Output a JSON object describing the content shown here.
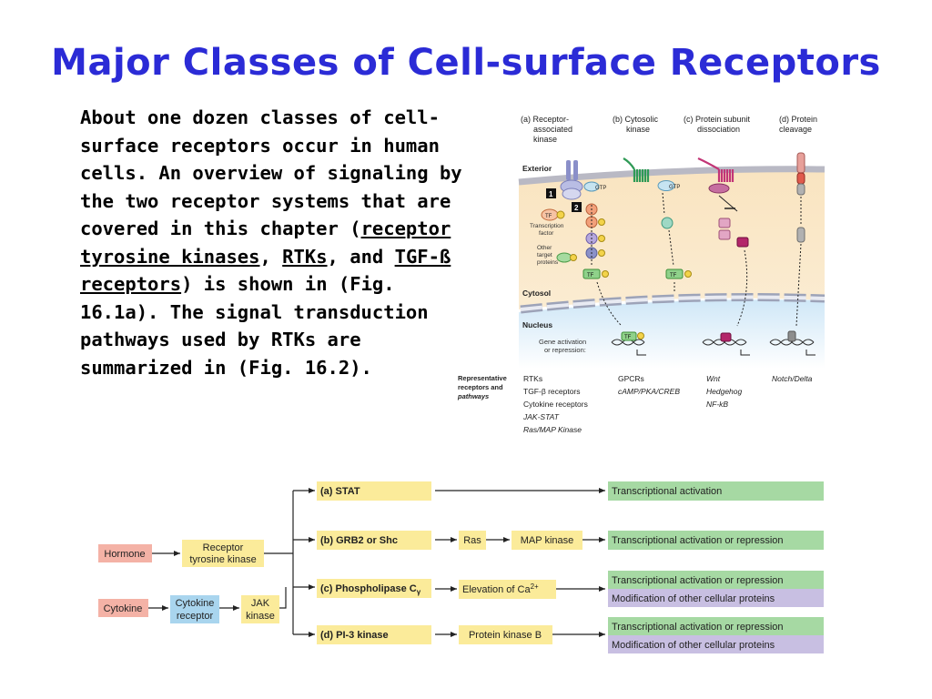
{
  "title": "Major Classes of Cell-surface Receptors",
  "body": {
    "p1": "About one dozen classes of cell-surface receptors occur in human cells. An overview of signaling by the two receptor systems that are covered in this chapter (",
    "link1": "receptor tyrosine kinases",
    "sep1": ", ",
    "link2": "RTKs",
    "sep2": ", and ",
    "link3": "TGF-ß receptors",
    "p2": ") is shown in (Fig. 16.1a). The signal transduction pathways used by RTKs are summarized in (Fig. 16.2)."
  },
  "figure_161": {
    "columns": [
      {
        "line1": "(a) Receptor-",
        "line2": "associated",
        "line3": "kinase"
      },
      {
        "line1": "(b) Cytosolic",
        "line2": "kinase",
        "line3": ""
      },
      {
        "line1": "(c) Protein subunit",
        "line2": "dissociation",
        "line3": ""
      },
      {
        "line1": "(d) Protein",
        "line2": "cleavage",
        "line3": ""
      }
    ],
    "regions": {
      "exterior": "Exterior",
      "cytosol": "Cytosol",
      "nucleus": "Nucleus"
    },
    "labels": {
      "gtp1": "GTP",
      "gtp2": "GTP",
      "step1": "1",
      "step2": "2",
      "tf": "TF",
      "p": "P",
      "tf_caption1": "Transcription",
      "tf_caption2": "factor",
      "other1": "Other",
      "other2": "target",
      "other3": "proteins",
      "gene1": "Gene activation",
      "gene2": "or repression:"
    },
    "rep_header": {
      "line1": "Representative",
      "line2": "receptors and",
      "line3": "pathways"
    },
    "pathways": {
      "a": [
        "RTKs",
        "TGF-β receptors",
        "Cytokine receptors",
        "JAK-STAT",
        "Ras/MAP Kinase"
      ],
      "b": [
        "GPCRs",
        "cAMP/PKA/CREB"
      ],
      "c": [
        "Wnt",
        "Hedgehog",
        "NF-kB"
      ],
      "d": [
        "Notch/Delta"
      ]
    }
  },
  "figure_162": {
    "hormone": "Hormone",
    "receptor_kinase": {
      "line1": "Receptor",
      "line2": "tyrosine kinase"
    },
    "cytokine": "Cytokine",
    "cytokine_receptor": {
      "line1": "Cytokine",
      "line2": "receptor"
    },
    "jak": {
      "line1": "JAK",
      "line2": "kinase"
    },
    "branches": {
      "a": "(a) STAT",
      "b": "(b) GRB2 or Shc",
      "c": "(c) Phospholipase C",
      "c_sub": "γ",
      "d": "(d) PI-3 kinase"
    },
    "intermediates": {
      "ras": "Ras",
      "map": "MAP kinase",
      "ca": "Elevation of Ca",
      "ca_sup": "2+",
      "pkb": "Protein kinase B"
    },
    "outcomes": {
      "a": "Transcriptional activation",
      "b": "Transcriptional activation or repression",
      "c1": "Transcriptional activation or repression",
      "c2": "Modification of other cellular proteins",
      "d1": "Transcriptional activation or repression",
      "d2": "Modification of other cellular proteins"
    },
    "colors": {
      "hormone": "#f4b2a6",
      "yellow": "#fbeb9a",
      "blue": "#a9d5ee",
      "green": "#a6d9a3",
      "lavender": "#c8bfe2"
    }
  }
}
